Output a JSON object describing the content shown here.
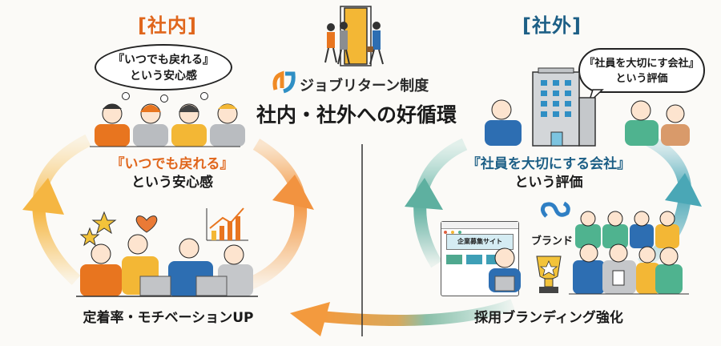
{
  "header": {
    "brand_name": "ジョブリターン制度",
    "main_title": "社内・社外への好循環"
  },
  "internal": {
    "section_title": "[社内]",
    "thought_bubble": [
      "『いつでも戻れる』",
      "という安心感"
    ],
    "highlight_line1": "『いつでも戻れる』",
    "highlight_line2": "という安心感",
    "result_label": "定着率・モチベーションUP",
    "accent_color": "#e0661c"
  },
  "external": {
    "section_title": "[社外]",
    "speech_bubble": [
      "『社員を大切にす会社』",
      "という評価"
    ],
    "highlight_line1": "『社員を大切にする会社』",
    "highlight_line2": "という評価",
    "site_label": "企業募集サイト",
    "brand_label": "ブランド",
    "result_label": "採用ブランディング強化",
    "accent_color": "#1d5f86"
  },
  "icons": {
    "logo": "jobreturn-logo-icon",
    "door": "door-icon",
    "building": "office-building-icon",
    "trophy": "trophy-icon",
    "chart": "growth-chart-icon",
    "heart": "heart-icon",
    "stars": "star-icon"
  }
}
